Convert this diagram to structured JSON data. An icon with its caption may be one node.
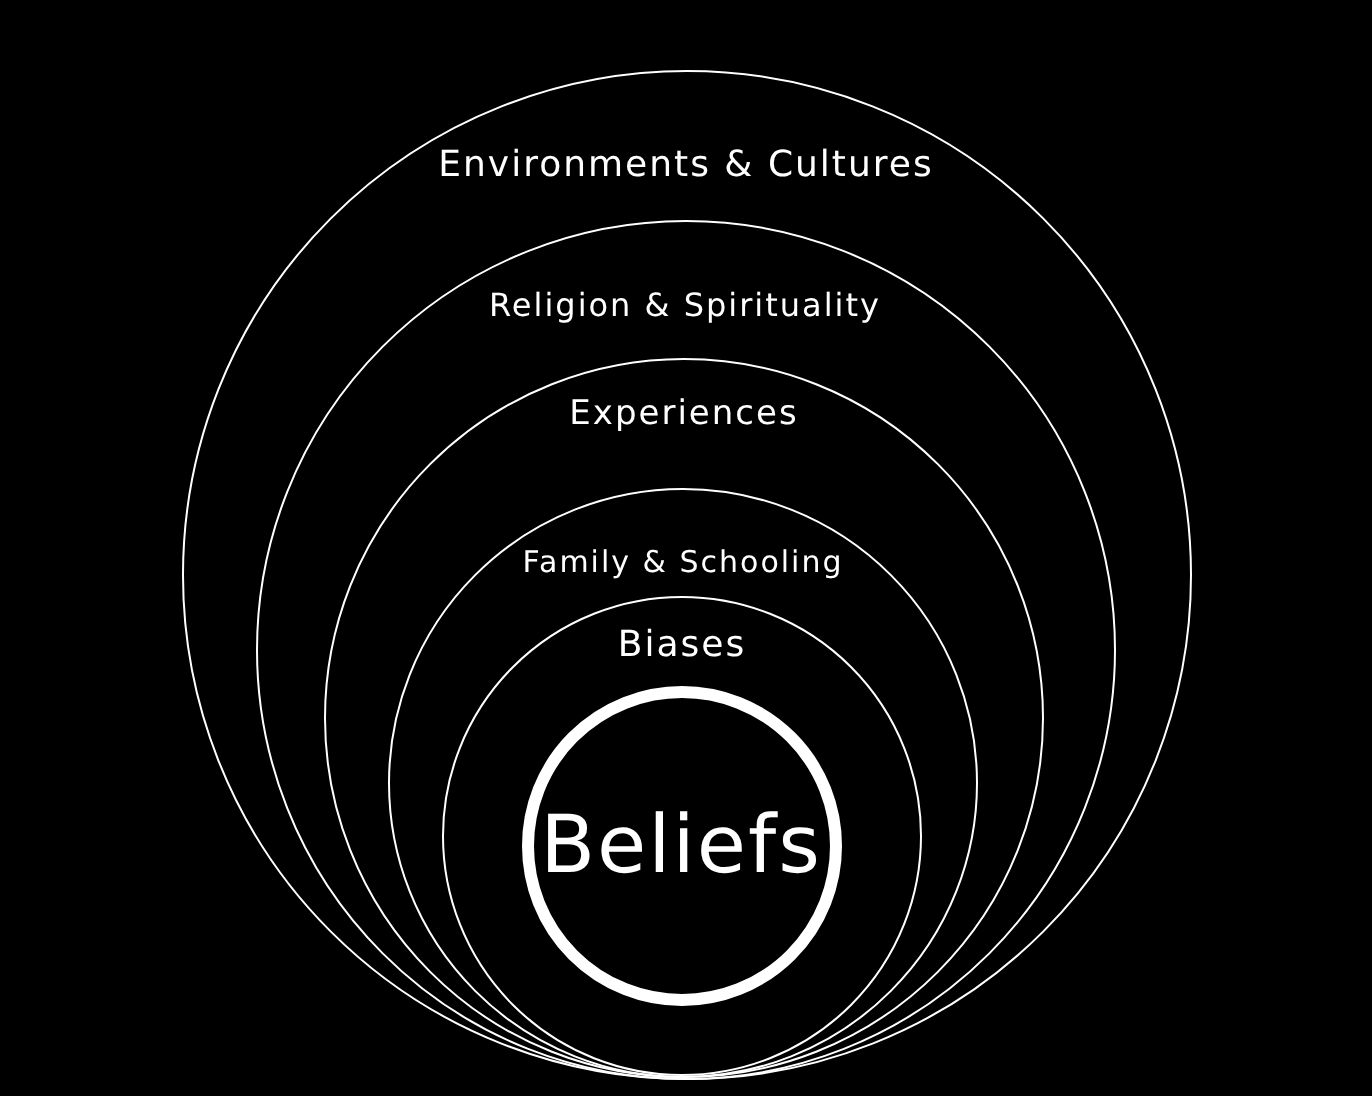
{
  "diagram": {
    "nodes": [
      {
        "text": [
          "Environments & Cultures"
        ]
      },
      {
        "text": [
          "Religion & Spirituality"
        ],
        "in": 0
      },
      {
        "text": [
          "Experiences"
        ],
        "in": 1
      },
      {
        "text": [
          "Family & Schooling"
        ],
        "in": 2
      },
      {
        "text": [
          "Biases"
        ],
        "in": 3
      },
      {
        "text": [
          "Beliefs"
        ],
        "in": 4
      }
    ]
  }
}
